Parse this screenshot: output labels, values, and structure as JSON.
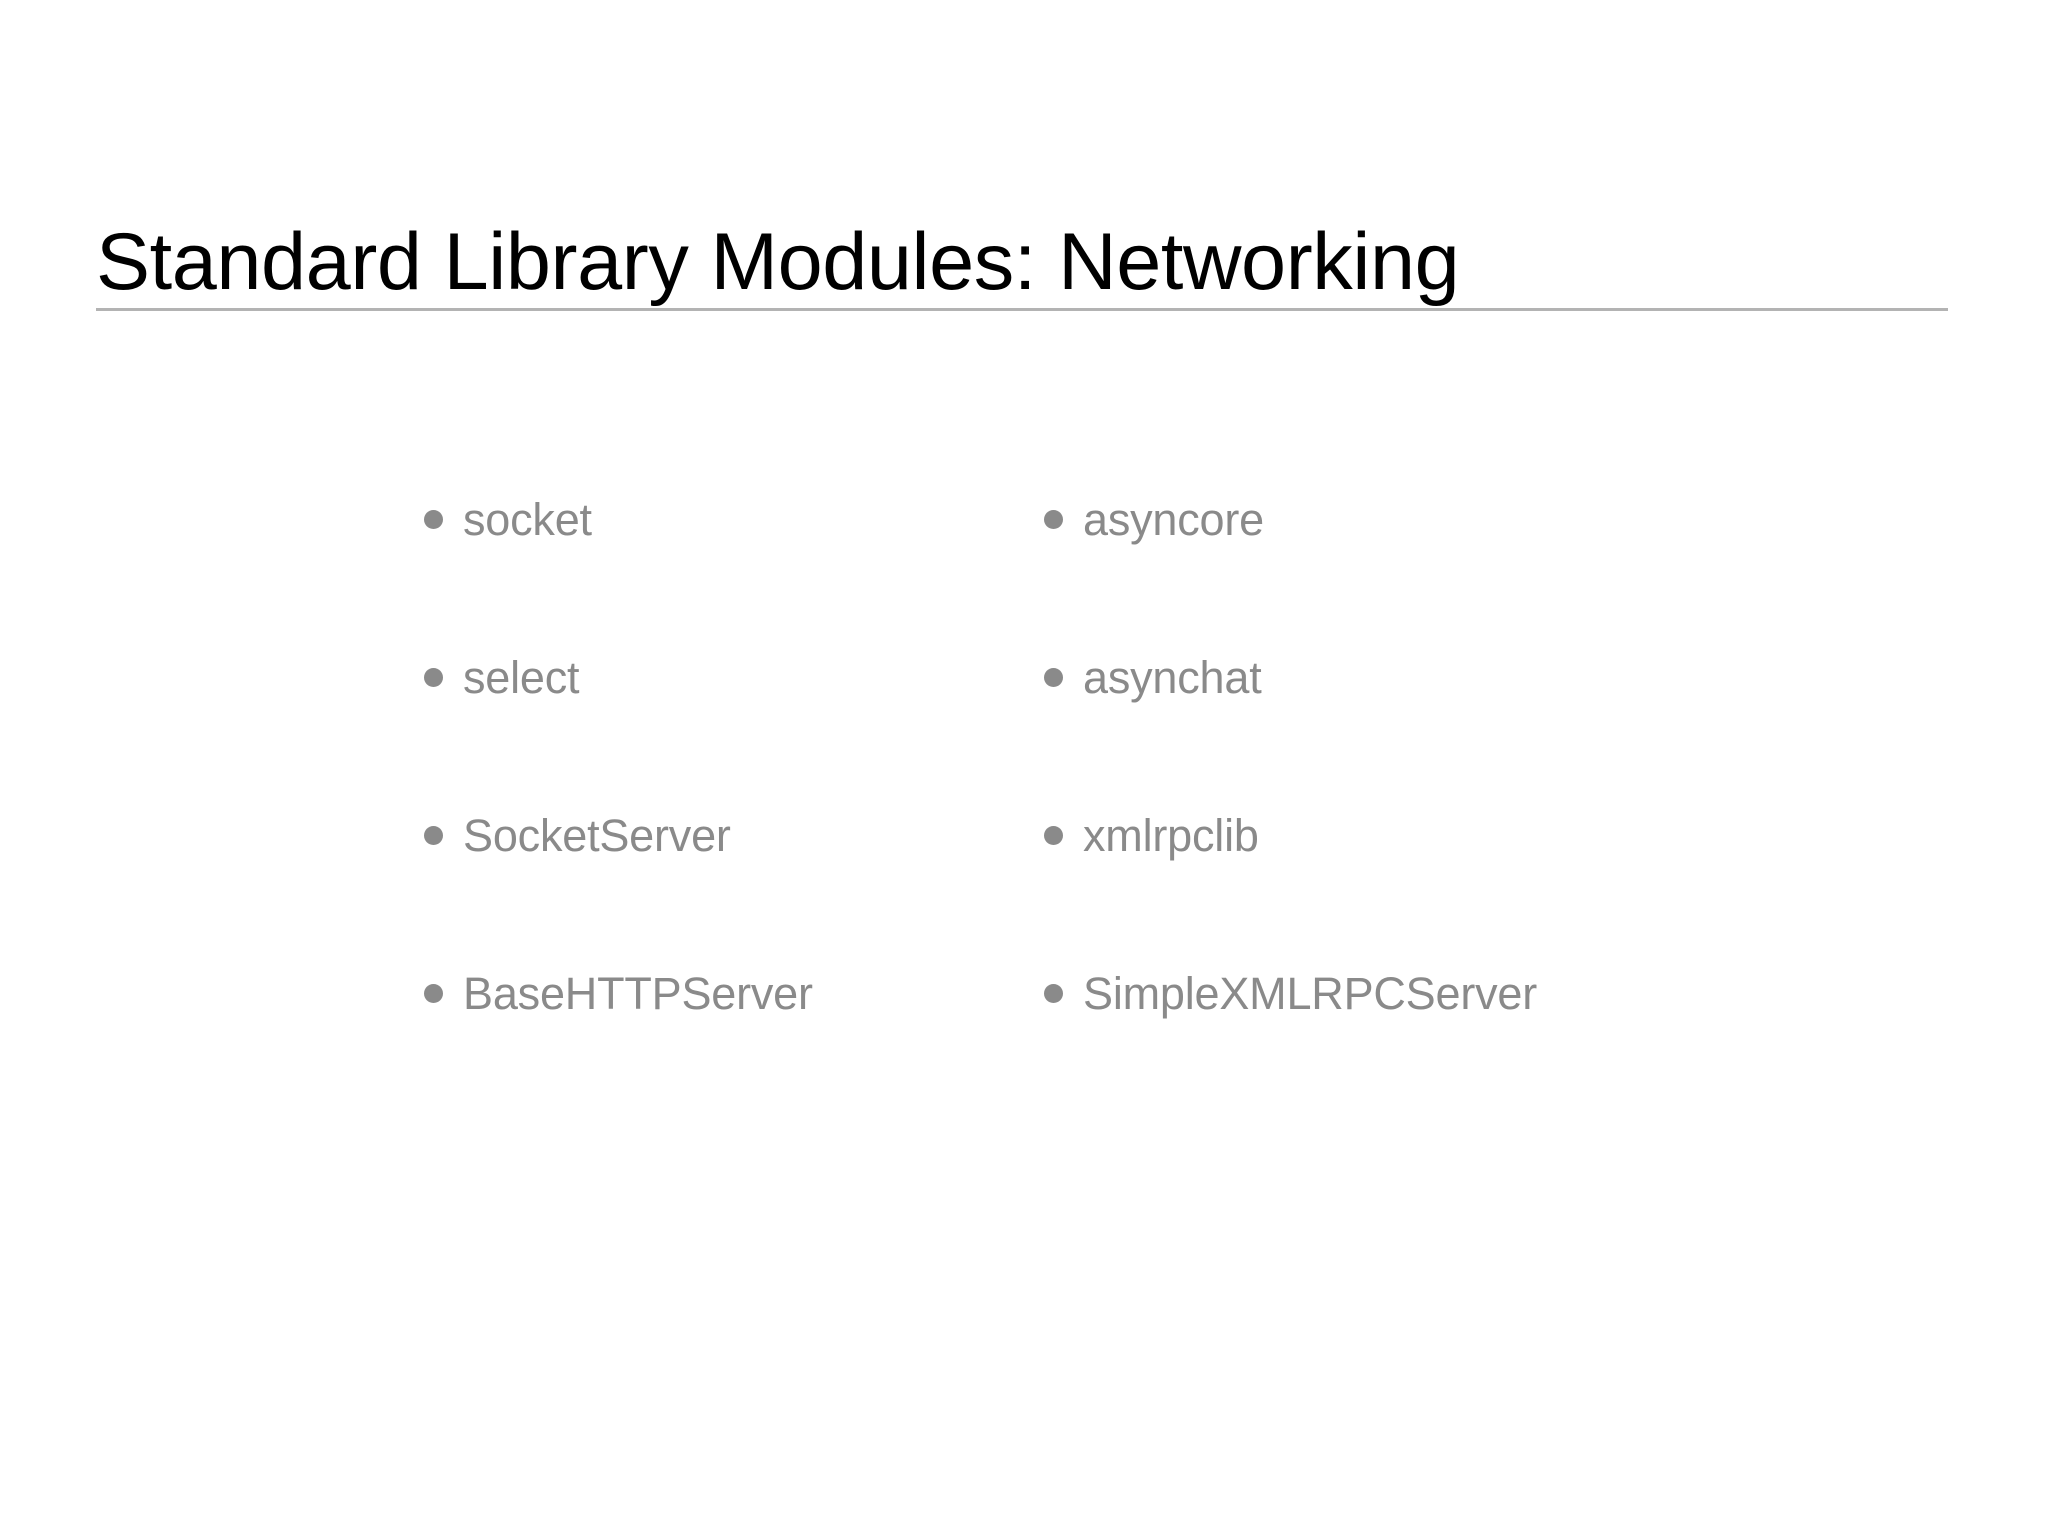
{
  "slide": {
    "title": "Standard Library Modules: Networking",
    "title_color": "#000000",
    "background_color": "#ffffff",
    "divider_color": "#b3b3b3",
    "bullet_color": "#8a8a8a",
    "text_color": "#8a8a8a"
  },
  "columns": [
    {
      "name": "left-column",
      "items": [
        {
          "label": "socket"
        },
        {
          "label": "select"
        },
        {
          "label": "SocketServer"
        },
        {
          "label": "BaseHTTPServer"
        }
      ]
    },
    {
      "name": "right-column",
      "items": [
        {
          "label": "asyncore"
        },
        {
          "label": "asynchat"
        },
        {
          "label": "xmlrpclib"
        },
        {
          "label": "SimpleXMLRPCServer"
        }
      ]
    }
  ]
}
